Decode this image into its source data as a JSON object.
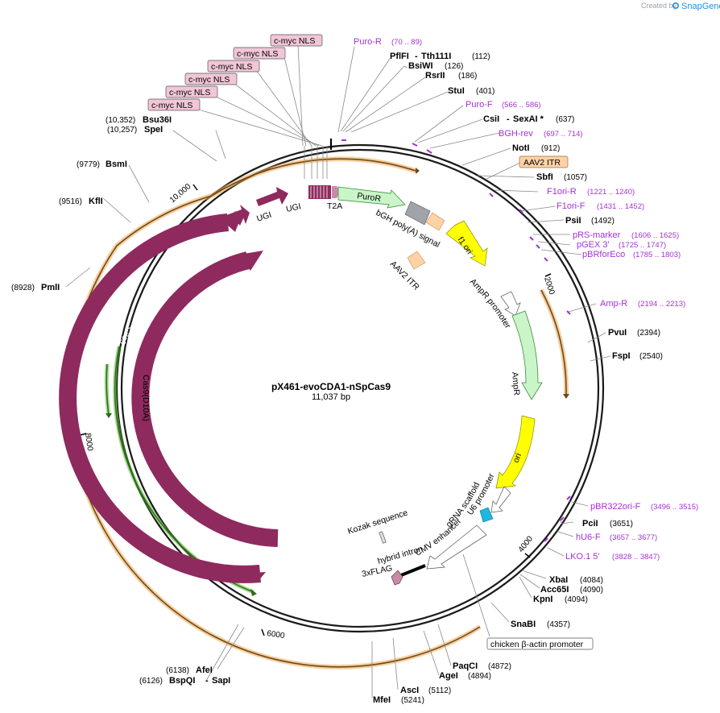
{
  "branding": {
    "created_by": "Created by",
    "app": "SnapGene"
  },
  "plasmid": {
    "name": "pX461-evoCDA1-nSpCas9",
    "size": "11,037 bp"
  },
  "ticks": [
    "2000",
    "4000",
    "6000",
    "8000",
    "10,000"
  ],
  "sites": [
    {
      "name": "PflFI",
      "name2": "Tth111I",
      "pos": "(112)"
    },
    {
      "name": "BsiWI",
      "pos": "(126)"
    },
    {
      "name": "RsrII",
      "pos": "(186)"
    },
    {
      "name": "StuI",
      "pos": "(401)"
    },
    {
      "name": "CsiI",
      "name2": "SexAI *",
      "pos": "(637)"
    },
    {
      "name": "NotI",
      "pos": "(912)"
    },
    {
      "name": "SbfI",
      "pos": "(1057)"
    },
    {
      "name": "PsiI",
      "pos": "(1492)"
    },
    {
      "name": "PvuI",
      "pos": "(2394)"
    },
    {
      "name": "FspI",
      "pos": "(2540)"
    },
    {
      "name": "PciI",
      "pos": "(3651)"
    },
    {
      "name": "XbaI",
      "pos": "(4084)"
    },
    {
      "name": "Acc65I",
      "pos": "(4090)"
    },
    {
      "name": "KpnI",
      "pos": "(4094)"
    },
    {
      "name": "SnaBI",
      "pos": "(4357)"
    },
    {
      "name": "PaqCI",
      "pos": "(4872)"
    },
    {
      "name": "AgeI",
      "pos": "(4894)"
    },
    {
      "name": "AscI",
      "pos": "(5112)"
    },
    {
      "name": "MfeI",
      "pos": "(5241)"
    },
    {
      "name": "AfeI",
      "pos": "(6138)"
    },
    {
      "name": "BspQI",
      "name2": "SapI",
      "pos": "(6126)"
    },
    {
      "name": "PmlI",
      "pos": "(8928)"
    },
    {
      "name": "KflI",
      "pos": "(9516)"
    },
    {
      "name": "BsmI",
      "pos": "(9779)"
    },
    {
      "name": "Bsu36I",
      "pos": "(10,352)"
    },
    {
      "name": "SpeI",
      "pos": "(10,257)"
    }
  ],
  "primers": [
    {
      "name": "Puro-R",
      "pos": "(70 .. 89)"
    },
    {
      "name": "Puro-F",
      "pos": "(566 .. 586)"
    },
    {
      "name": "BGH-rev",
      "pos": "(697 .. 714)"
    },
    {
      "name": "F1ori-R",
      "pos": "(1221 .. 1240)"
    },
    {
      "name": "F1ori-F",
      "pos": "(1431 .. 1452)"
    },
    {
      "name": "pRS-marker",
      "pos": "(1606 .. 1625)"
    },
    {
      "name": "pGEX 3'",
      "pos": "(1725 .. 1747)"
    },
    {
      "name": "pBRforEco",
      "pos": "(1785 .. 1803)"
    },
    {
      "name": "Amp-R",
      "pos": "(2194 .. 2213)"
    },
    {
      "name": "pBR322ori-F",
      "pos": "(3496 .. 3515)"
    },
    {
      "name": "hU6-F",
      "pos": "(3657 .. 3677)"
    },
    {
      "name": "LKO.1 5'",
      "pos": "(3828 .. 3847)"
    }
  ],
  "boxed_features": {
    "nls": [
      "c-myc NLS",
      "c-myc NLS",
      "c-myc NLS",
      "c-myc NLS",
      "c-myc NLS",
      "c-myc NLS"
    ],
    "aav2_itr": "AAV2 ITR",
    "chicken_promoter": "chicken β-actin promoter"
  },
  "features": {
    "puror": "PuroR",
    "bgh": "bGH poly(A) signal",
    "f1ori": "f1 ori",
    "aav2_itr_inner": "AAV2 ITR",
    "ampr_promoter": "AmpR promoter",
    "ampr": "AmpR",
    "ori": "ori",
    "u6": "U6 promoter",
    "grna": "gRNA scaffold",
    "cmv": "CMV enhancer",
    "hybrid": "hybrid intron",
    "kozak": "Kozak sequence",
    "flag": "3xFLAG",
    "t2a": "T2A",
    "ugi1": "UGI",
    "ugi2": "UGI",
    "cas9": "Cas9",
    "cas9d10a": "Cas9(D10A)"
  },
  "colors": {
    "backbone": "#1a1a1a",
    "primer": "#a531d3",
    "cas9": "#8e2a5e",
    "puror": "#c9f5c9",
    "ampr": "#c9f5c9",
    "ori": "#ffff00",
    "itr": "#ffd2a6",
    "bgh": "#a0a4a8",
    "u6": "#1cb8e0",
    "nls": "#f1c6d6",
    "orange_arc": "#f3a54c",
    "green_arc": "#4caf2a"
  }
}
